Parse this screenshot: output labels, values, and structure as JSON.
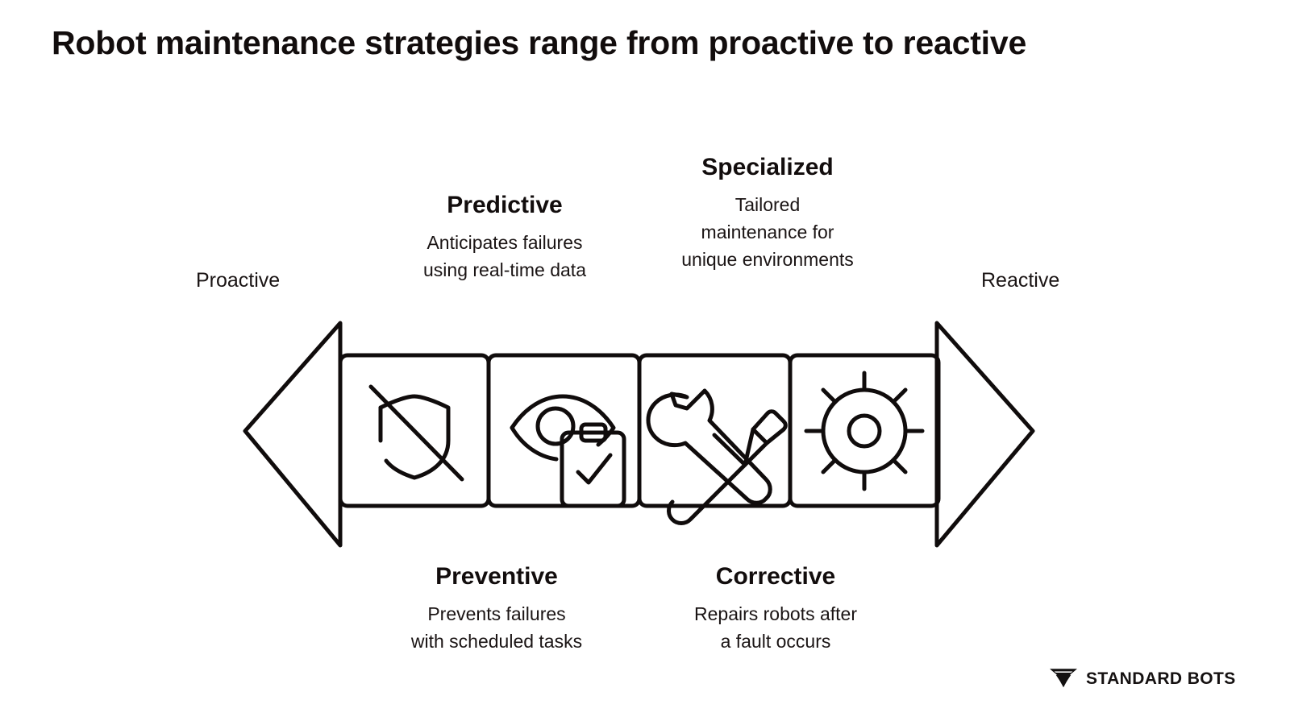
{
  "page": {
    "title": "Robot maintenance strategies range from proactive to reactive",
    "background_color": "#ffffff",
    "ink_color": "#120d0d"
  },
  "spectrum": {
    "left_end_label": "Proactive",
    "right_end_label": "Reactive",
    "arrow_direction": "double",
    "segment_count": 4
  },
  "segments": [
    {
      "id": "preventive",
      "label": "Preventive",
      "description_lines": [
        "Prevents failures",
        "with scheduled tasks"
      ],
      "label_position": "below",
      "icon": "shield-slash-icon"
    },
    {
      "id": "predictive",
      "label": "Predictive",
      "description_lines": [
        "Anticipates failures",
        "using real-time data"
      ],
      "label_position": "above",
      "icon": "eye-clipboard-check-icon"
    },
    {
      "id": "corrective",
      "label": "Corrective",
      "description_lines": [
        "Repairs robots after",
        "a fault occurs"
      ],
      "label_position": "below",
      "icon": "wrench-screwdriver-icon"
    },
    {
      "id": "specialized",
      "label": "Specialized",
      "description_lines": [
        "Tailored",
        "maintenance for",
        "unique environments"
      ],
      "label_position": "above",
      "icon": "gear-sun-icon"
    }
  ],
  "brand": {
    "name": "STANDARD BOTS",
    "mark": "hexagon-cup-logo-mark"
  }
}
